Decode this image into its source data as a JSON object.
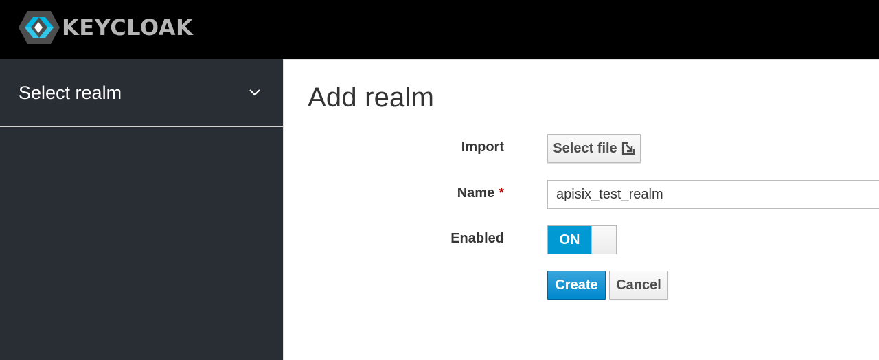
{
  "brand": {
    "name": "KEYCLOAK",
    "icon": "keycloak-logo-icon"
  },
  "sidebar": {
    "realm_selector_label": "Select realm",
    "icon": "chevron-down-icon"
  },
  "page": {
    "title": "Add realm"
  },
  "form": {
    "import": {
      "label": "Import",
      "button_label": "Select file",
      "button_icon": "import-arrow-icon"
    },
    "name": {
      "label": "Name",
      "required_marker": "*",
      "value": "apisix_test_realm"
    },
    "enabled": {
      "label": "Enabled",
      "state_label": "ON"
    },
    "actions": {
      "create_label": "Create",
      "cancel_label": "Cancel"
    }
  },
  "colors": {
    "primary": "#0088ce",
    "sidebar_bg": "#292e34",
    "topbar_bg": "#000000",
    "required": "#c00000"
  }
}
